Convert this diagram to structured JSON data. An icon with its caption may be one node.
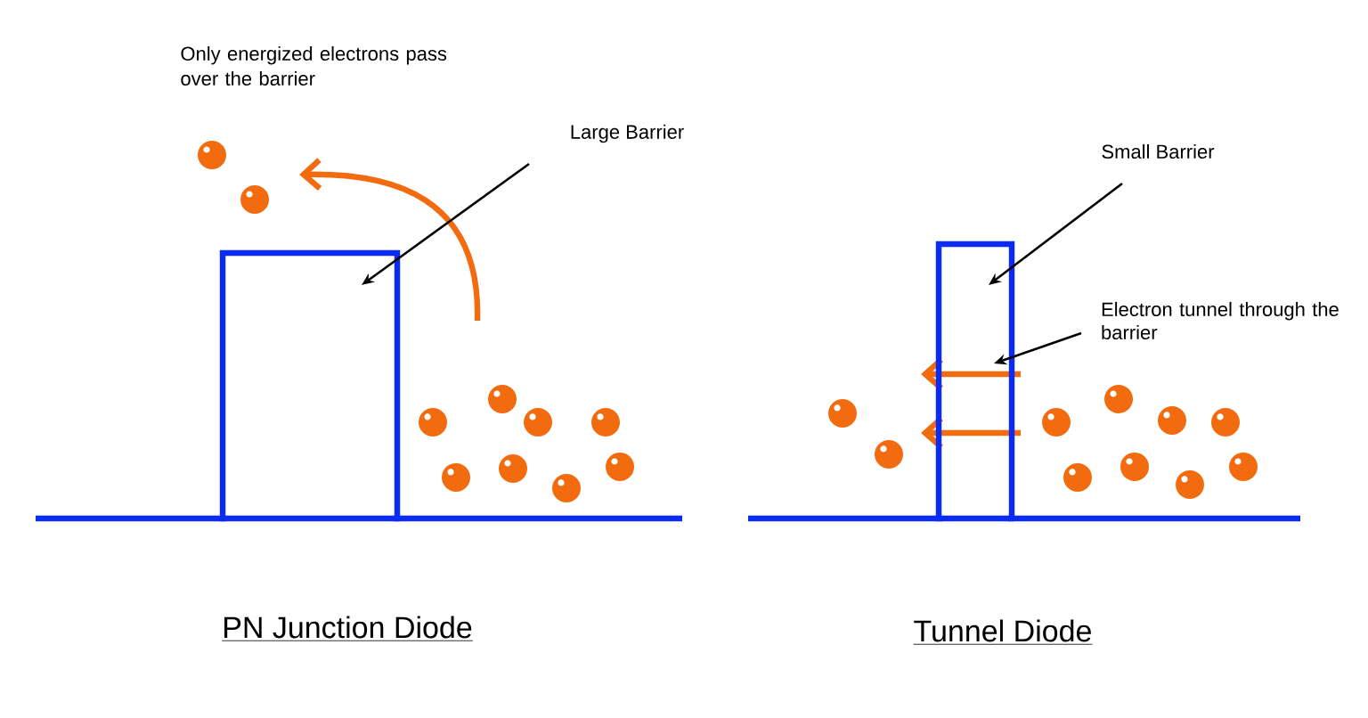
{
  "diagram": {
    "nodes": [
      {
        "text": [
          "Large Barrier"
        ]
      },
      {
        "text": [],
        "shape": "box"
      },
      {
        "text": [
          "Small Barrier"
        ]
      },
      {
        "text": [],
        "shape": "box"
      },
      {
        "text": [
          "Electron tunnel through the barrier"
        ]
      }
    ],
    "edges": [
      {
        "from": 0,
        "to": 1,
        "arrow": "to"
      },
      {
        "from": 2,
        "to": 3,
        "arrow": "to"
      },
      {
        "from": 4,
        "to": 3,
        "arrow": "to"
      }
    ],
    "labels": [
      "Only energized electrons pass over the barrier",
      "PN Junction Diode",
      "Tunnel Diode"
    ]
  }
}
